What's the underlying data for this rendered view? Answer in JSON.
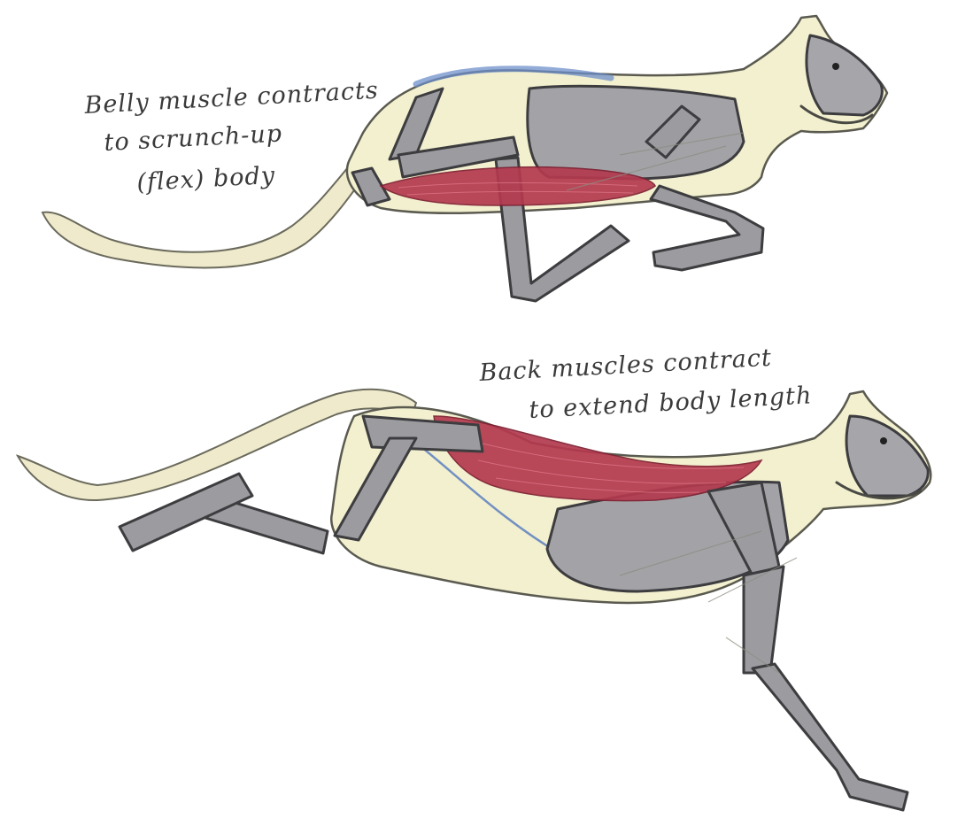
{
  "annotations": {
    "top": {
      "line1": "Belly muscle contracts",
      "line2": "to scrunch-up",
      "line3": "(flex) body"
    },
    "bottom": {
      "line1": "Back muscles contract",
      "line2": "to extend body length"
    }
  },
  "colors": {
    "muscle": "#b3394e",
    "bone": "#9c9ca0",
    "body": "#f3f0cf",
    "spine_highlight": "#6d8fc9"
  }
}
